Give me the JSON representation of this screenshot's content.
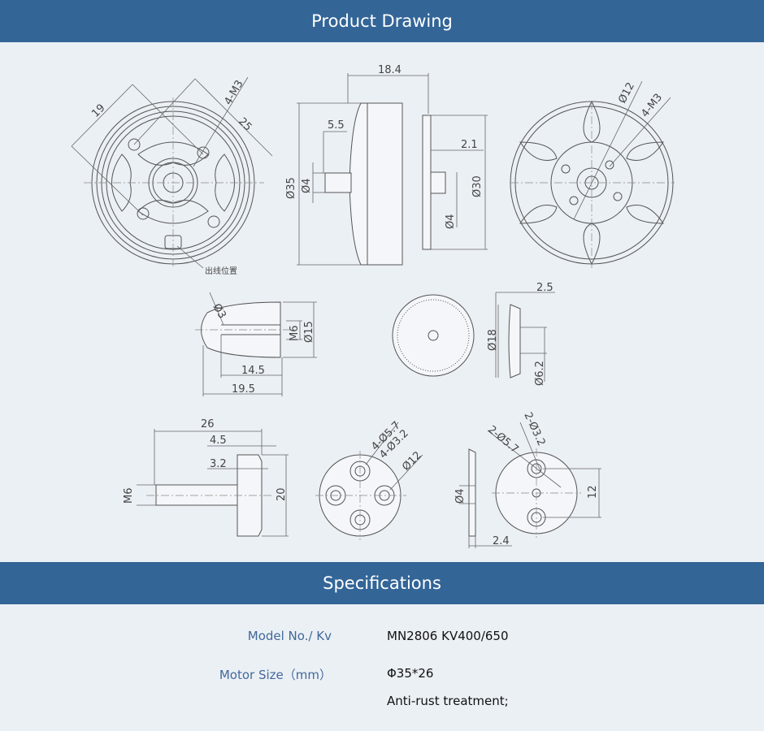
{
  "sections": {
    "drawing_title": "Product Drawing",
    "specs_title": "Specifications"
  },
  "drawing": {
    "front": {
      "d19": "19",
      "d4m3": "4-M3",
      "d25": "25",
      "wire": "出线位置"
    },
    "side": {
      "d184": "18.4",
      "d55": "5.5",
      "d21": "2.1",
      "d35": "Ø35",
      "d4a": "Ø4",
      "d30": "Ø30",
      "d4b": "Ø4"
    },
    "back": {
      "d12": "Ø12",
      "d4m3": "4-M3"
    },
    "nut": {
      "d3": "Ø3",
      "m6": "M6",
      "d15": "Ø15",
      "d145": "14.5",
      "d195": "19.5"
    },
    "washer": {
      "d25": "2.5",
      "d18": "Ø18",
      "d62": "Ø6.2"
    },
    "bolt": {
      "d26": "26",
      "d45": "4.5",
      "d32": "3.2",
      "m6": "M6",
      "d20": "20"
    },
    "plate": {
      "d57": "4-Ø5.7",
      "d32": "4-Ø3.2",
      "d12": "Ø12"
    },
    "clip": {
      "d4": "Ø4",
      "d24": "2.4",
      "d57": "2-Ø5.7",
      "d32": "2-Ø3.2",
      "d12": "12"
    }
  },
  "specs": [
    {
      "label": "Model No./ Kv",
      "value": "MN2806 KV400/650"
    },
    {
      "label": "Motor Size（mm）",
      "value": "Φ35*26"
    },
    {
      "label": "",
      "value": "Anti-rust treatment;"
    }
  ],
  "colors": {
    "header": "#336597",
    "background": "#ebf0f5",
    "label": "#42689a"
  }
}
